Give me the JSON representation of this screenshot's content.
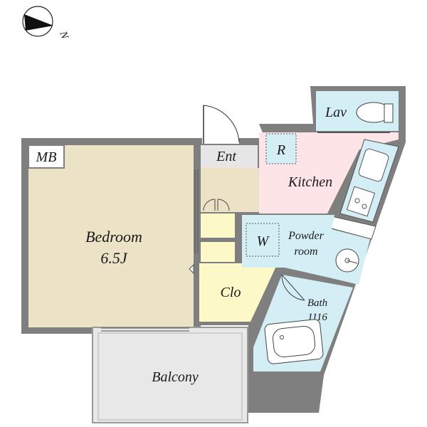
{
  "compass": {
    "label": "N",
    "icon": "north-arrow-icon"
  },
  "rooms": {
    "mb": "MB",
    "entrance": "Ent",
    "refrigerator": "R",
    "lavatory": "Lav",
    "kitchen": "Kitchen",
    "bedroom": {
      "name": "Bedroom",
      "size": "6.5J"
    },
    "washer": "W",
    "powder_room": {
      "line1": "Powder",
      "line2": "room"
    },
    "closet": "Clo",
    "bath": {
      "name": "Bath",
      "size": "1116"
    },
    "balcony": "Balcony"
  },
  "colors": {
    "wall": "#7f7f7f",
    "bedroom_floor": "#ece3c6",
    "kitchen_floor": "#fde4e6",
    "wet_area": "#d4eef6",
    "closet": "#fdf8c8",
    "balcony": "#e8e8e8",
    "entrance": "#e6e6e6"
  }
}
